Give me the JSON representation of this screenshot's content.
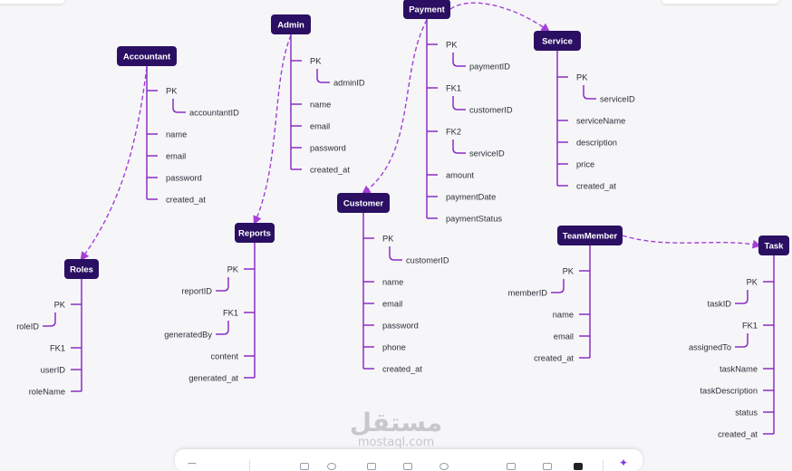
{
  "diagram": {
    "color_node": "#2a0f63",
    "color_branch": "#8b2ec4",
    "color_relation": "#a33fd6",
    "entities": [
      {
        "id": "accountant",
        "title": "Accountant",
        "side": "right",
        "fields": [
          {
            "label": "PK"
          },
          {
            "label": "accountantID",
            "child": true
          },
          {
            "label": "name"
          },
          {
            "label": "email"
          },
          {
            "label": "password"
          },
          {
            "label": "created_at"
          }
        ]
      },
      {
        "id": "admin",
        "title": "Admin",
        "side": "right",
        "fields": [
          {
            "label": "PK"
          },
          {
            "label": "adminID",
            "child": true
          },
          {
            "label": "name"
          },
          {
            "label": "email"
          },
          {
            "label": "password"
          },
          {
            "label": "created_at"
          }
        ]
      },
      {
        "id": "payment",
        "title": "Payment",
        "side": "right",
        "fields": [
          {
            "label": "PK"
          },
          {
            "label": "paymentID",
            "child": true
          },
          {
            "label": "FK1"
          },
          {
            "label": "customerID",
            "child": true
          },
          {
            "label": "FK2"
          },
          {
            "label": "serviceID",
            "child": true
          },
          {
            "label": "amount"
          },
          {
            "label": "paymentDate"
          },
          {
            "label": "paymentStatus"
          }
        ]
      },
      {
        "id": "service",
        "title": "Service",
        "side": "right",
        "fields": [
          {
            "label": "PK"
          },
          {
            "label": "serviceID",
            "child": true
          },
          {
            "label": "serviceName"
          },
          {
            "label": "description"
          },
          {
            "label": "price"
          },
          {
            "label": "created_at"
          }
        ]
      },
      {
        "id": "customer",
        "title": "Customer",
        "side": "right",
        "fields": [
          {
            "label": "PK"
          },
          {
            "label": "customerID",
            "child": true
          },
          {
            "label": "name"
          },
          {
            "label": "email"
          },
          {
            "label": "password"
          },
          {
            "label": "phone"
          },
          {
            "label": "created_at"
          }
        ]
      },
      {
        "id": "reports",
        "title": "Reports",
        "side": "left",
        "fields": [
          {
            "label": "PK"
          },
          {
            "label": "reportID",
            "child": true
          },
          {
            "label": "FK1"
          },
          {
            "label": "generatedBy",
            "child": true
          },
          {
            "label": "content"
          },
          {
            "label": "generated_at"
          }
        ]
      },
      {
        "id": "roles",
        "title": "Roles",
        "side": "left",
        "fields": [
          {
            "label": "PK"
          },
          {
            "label": "roleID",
            "child": true
          },
          {
            "label": "FK1"
          },
          {
            "label": "userID"
          },
          {
            "label": "roleName"
          }
        ]
      },
      {
        "id": "teammember",
        "title": "TeamMember",
        "side": "left",
        "fields": [
          {
            "label": "PK"
          },
          {
            "label": "memberID",
            "child": true
          },
          {
            "label": "name"
          },
          {
            "label": "email"
          },
          {
            "label": "created_at"
          }
        ]
      },
      {
        "id": "task",
        "title": "Task",
        "side": "left",
        "fields": [
          {
            "label": "PK"
          },
          {
            "label": "taskID",
            "child": true
          },
          {
            "label": "FK1"
          },
          {
            "label": "assignedTo",
            "child": true
          },
          {
            "label": "taskName"
          },
          {
            "label": "taskDescription"
          },
          {
            "label": "status"
          },
          {
            "label": "created_at"
          }
        ]
      }
    ],
    "relations": [
      {
        "from": "accountant",
        "to": "roles"
      },
      {
        "from": "admin",
        "to": "reports"
      },
      {
        "from": "payment",
        "to": "customer"
      },
      {
        "from": "payment",
        "to": "service"
      },
      {
        "from": "teammember",
        "to": "task"
      }
    ]
  },
  "watermark": {
    "arabic": "مستقل",
    "latin": "mostaql.com"
  }
}
